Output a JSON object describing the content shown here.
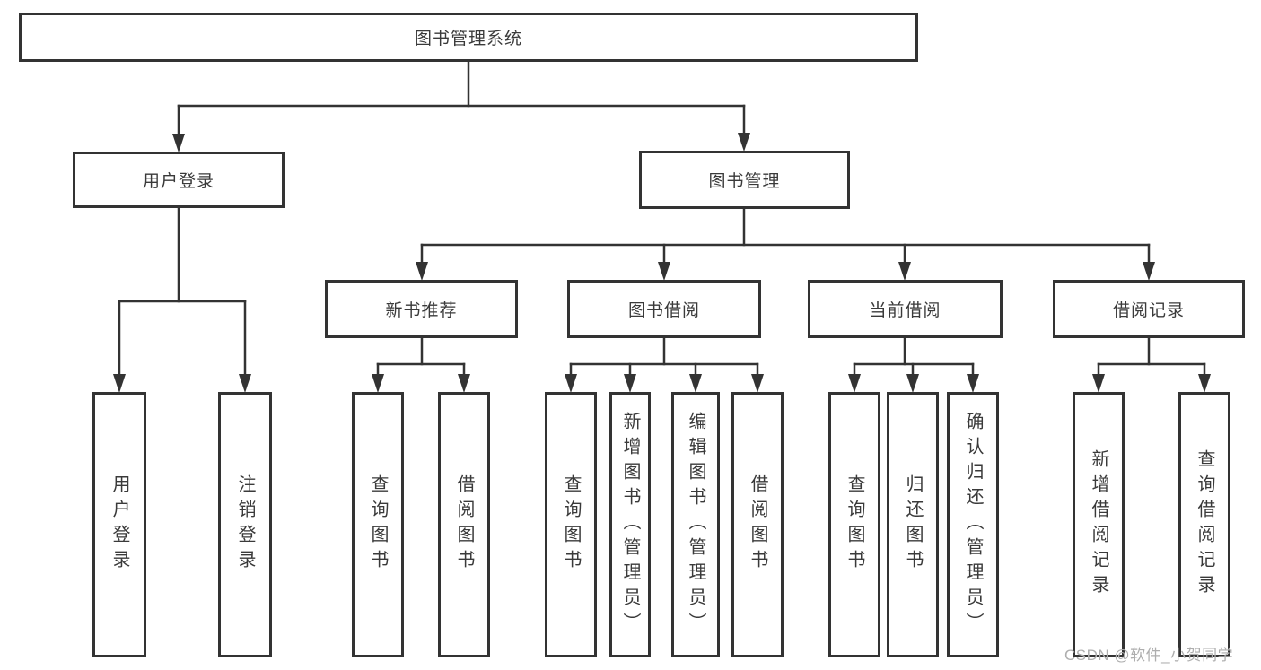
{
  "tree": {
    "label": "图书管理系统",
    "children": [
      {
        "label": "用户登录",
        "children": [
          {
            "label": "用户登录"
          },
          {
            "label": "注销登录"
          }
        ]
      },
      {
        "label": "图书管理",
        "children": [
          {
            "label": "新书推荐",
            "children": [
              {
                "label": "查询图书"
              },
              {
                "label": "借阅图书"
              }
            ]
          },
          {
            "label": "图书借阅",
            "children": [
              {
                "label": "查询图书"
              },
              {
                "label": "新增图书（管理员）"
              },
              {
                "label": "编辑图书（管理员）"
              },
              {
                "label": "借阅图书"
              }
            ]
          },
          {
            "label": "当前借阅",
            "children": [
              {
                "label": "查询图书"
              },
              {
                "label": "归还图书"
              },
              {
                "label": "确认归还（管理员）"
              }
            ]
          },
          {
            "label": "借阅记录",
            "children": [
              {
                "label": "新增借阅记录"
              },
              {
                "label": "查询借阅记录"
              }
            ]
          }
        ]
      }
    ]
  },
  "watermark": "CSDN @软件_小贺同学",
  "colors": {
    "line": "#333333",
    "text": "#3a3a3a",
    "watermark": "#aeaeae",
    "background": "#ffffff"
  }
}
